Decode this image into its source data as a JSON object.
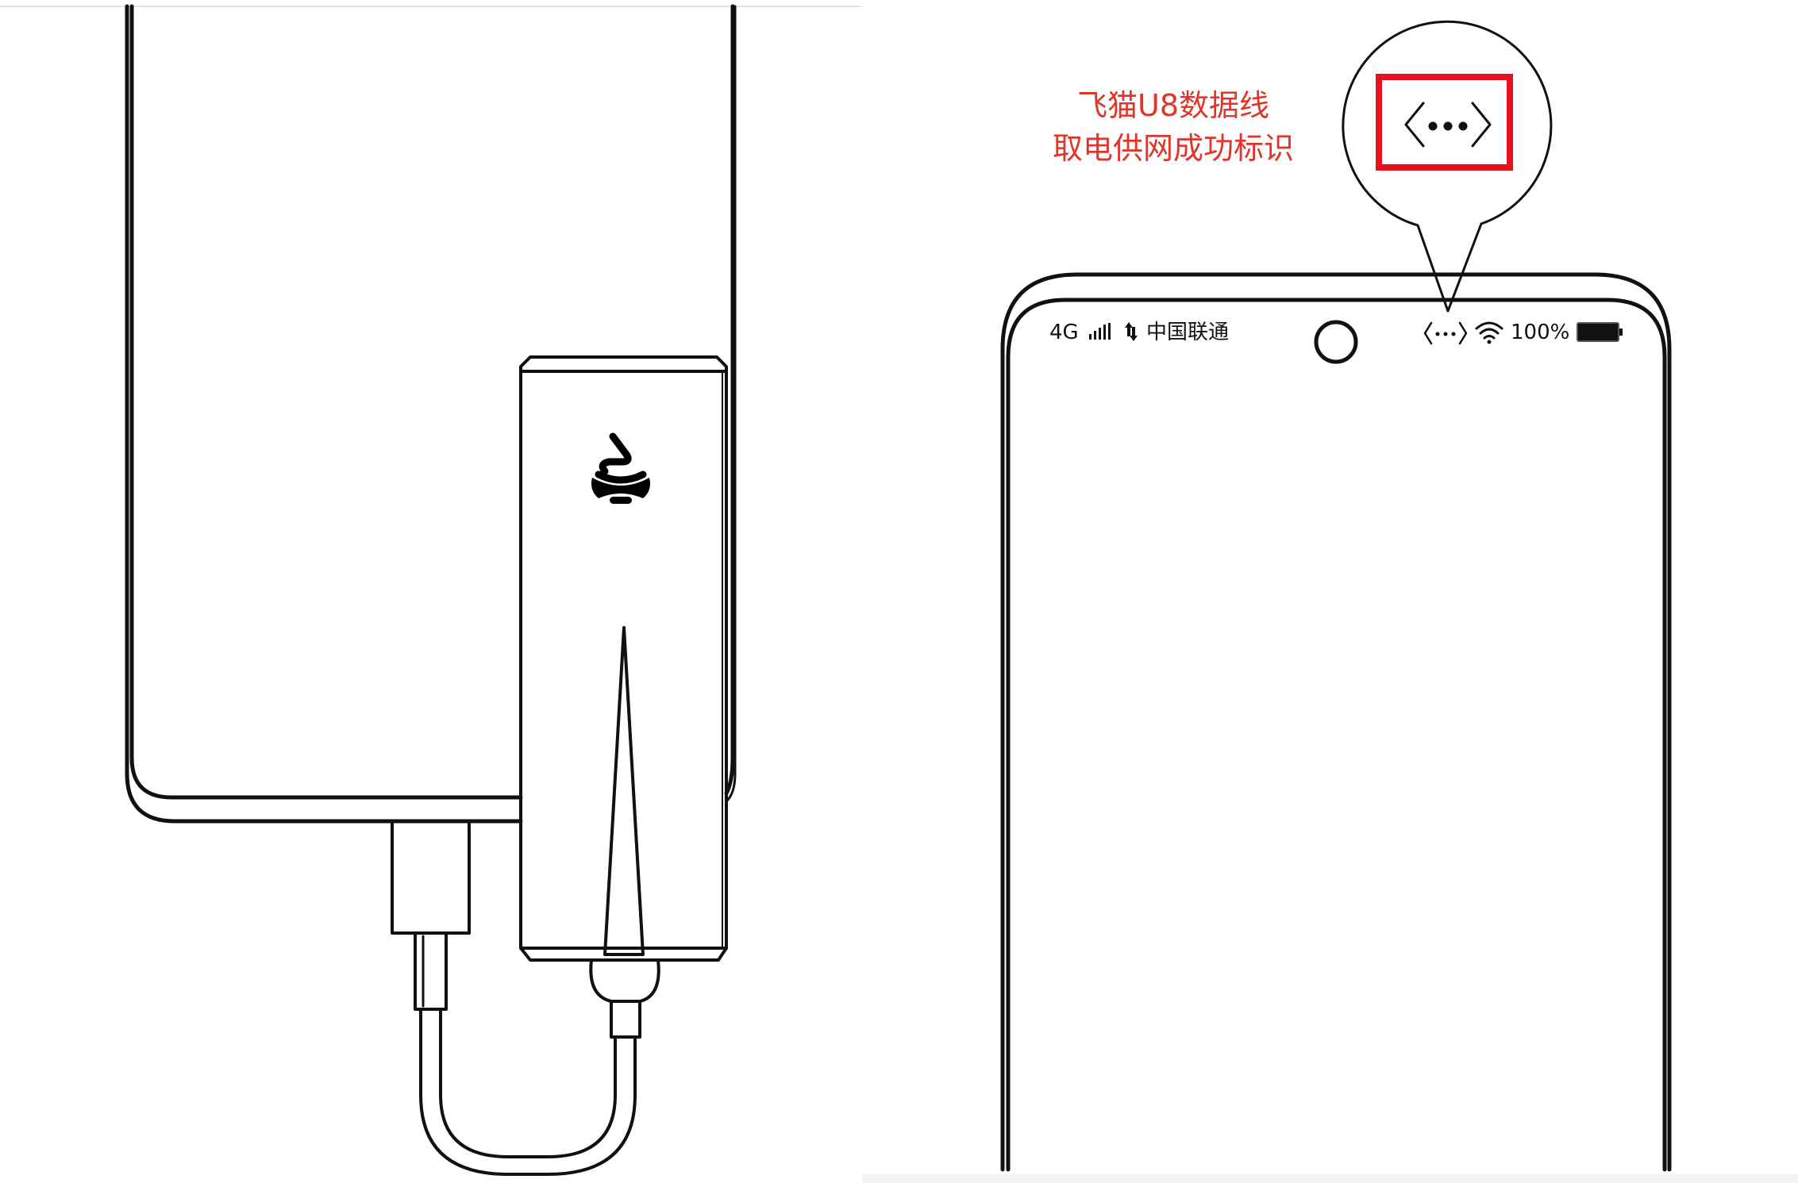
{
  "annotation": {
    "line1": "飞猫U8数据线",
    "line2": "取电供网成功标识",
    "color": "#e0352b",
    "highlight_color": "#e8101e",
    "highlight_icon": "angle-brackets-dots-icon"
  },
  "status_bar": {
    "network": "4G",
    "signal_icon": "signal-bars-icon",
    "data_icon": "data-arrows-icon",
    "carrier": "中国联通",
    "tether_icon": "angle-brackets-dots-icon",
    "wifi_icon": "wifi-icon",
    "battery": "100%",
    "battery_icon": "battery-full-icon"
  },
  "device": {
    "logo": "feimao-logo"
  }
}
